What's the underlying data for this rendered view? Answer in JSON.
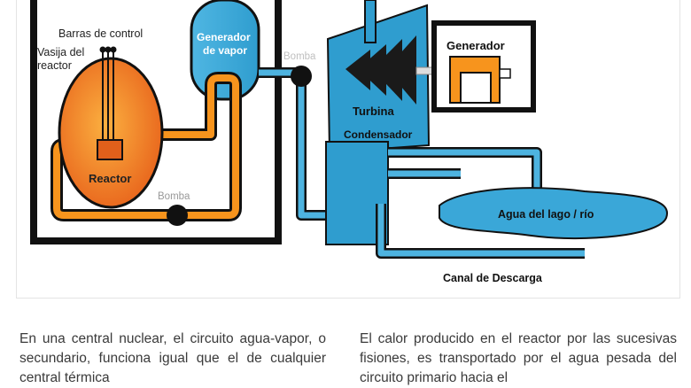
{
  "diagram": {
    "labels": {
      "control_rods": "Barras de control",
      "vessel": "Vasija del\nreactor",
      "reactor": "Reactor",
      "steam_generator": "Generador\nde vapor",
      "pump_secondary": "Bomba",
      "pump_primary": "Bomba",
      "generator": "Generador",
      "turbine": "Turbina",
      "condenser": "Condensador",
      "lake": "Agua del lago / río",
      "discharge": "Canal de Descarga"
    },
    "colors": {
      "orange": "#f7941d",
      "orange_dark": "#e0601b",
      "water": "#3aa7d8",
      "water_light": "#5cc1ea",
      "black": "#111111"
    }
  },
  "text": {
    "col_left": "En una central nuclear, el circuito agua-vapor, o secundario, funciona igual que el de cualquier central térmica",
    "col_right": "El calor producido en el reactor por las sucesivas fisiones, es transportado por el agua pesada del circuito primario hacia el"
  }
}
